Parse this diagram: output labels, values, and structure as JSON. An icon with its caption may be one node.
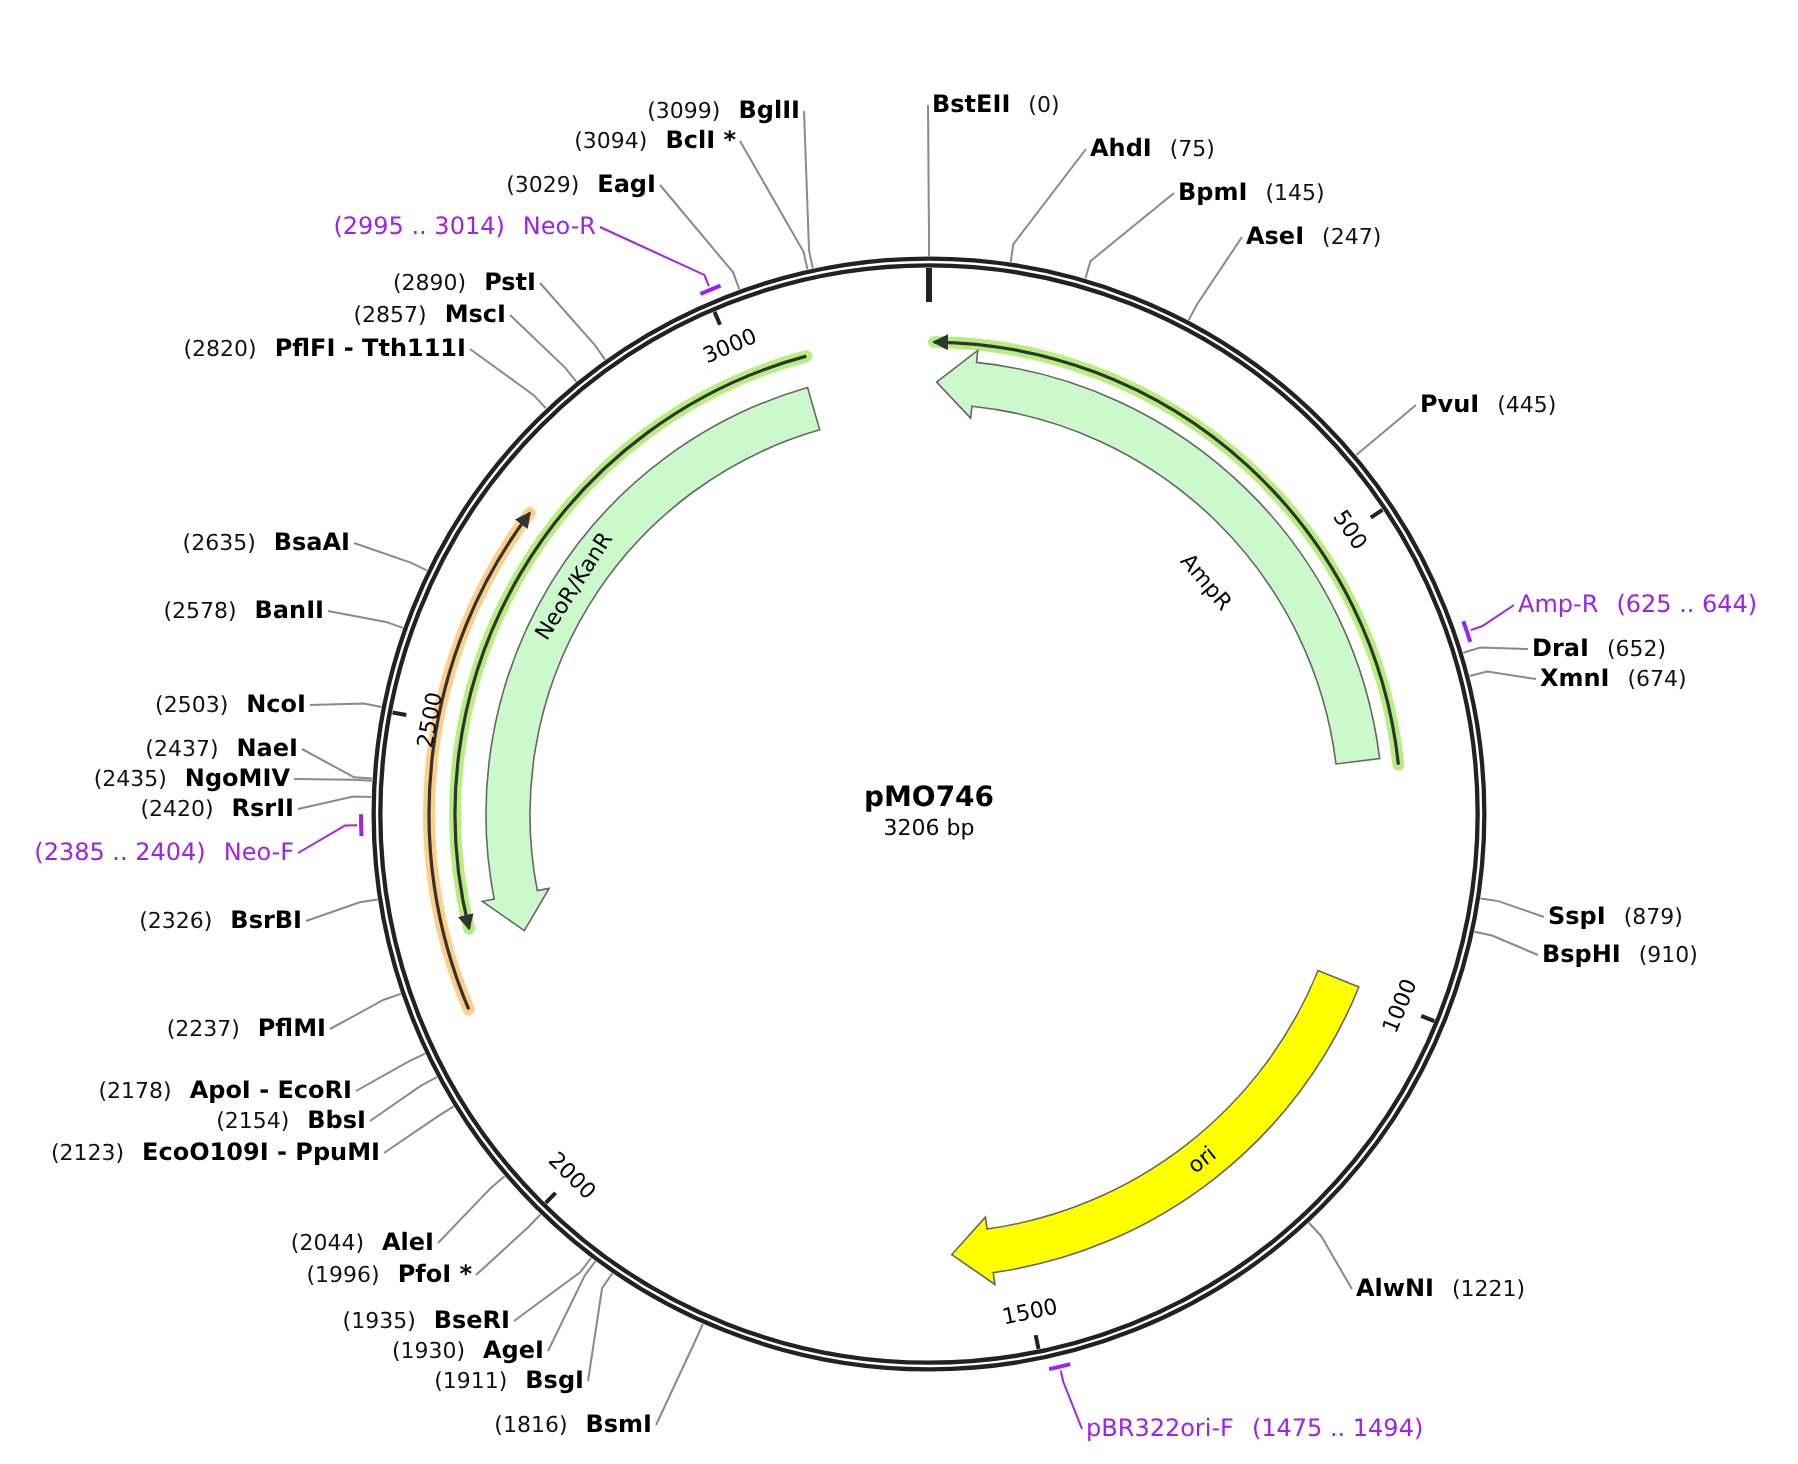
{
  "diagram": {
    "title": "pMO746",
    "nodes": [
      {
        "text": [
          "BstEII",
          "(0)"
        ]
      },
      {
        "text": [
          "AhdI",
          "(75)"
        ]
      },
      {
        "text": [
          "BpmI",
          "(145)"
        ]
      },
      {
        "text": [
          "AseI",
          "(247)"
        ]
      },
      {
        "text": [
          "PvuI",
          "(445)"
        ]
      },
      {
        "text": [
          "Amp-R",
          "(625 .. 644)"
        ]
      },
      {
        "text": [
          "DraI",
          "(652)"
        ]
      },
      {
        "text": [
          "XmnI",
          "(674)"
        ]
      },
      {
        "text": [
          "SspI",
          "(879)"
        ]
      },
      {
        "text": [
          "BspHI",
          "(910)"
        ]
      },
      {
        "text": [
          "AlwNI",
          "(1221)"
        ]
      },
      {
        "text": [
          "pBR322ori-F",
          "(1475 .. 1494)"
        ]
      },
      {
        "text": [
          "(1816)",
          "BsmI"
        ]
      },
      {
        "text": [
          "(1911)",
          "BsgI"
        ]
      },
      {
        "text": [
          "(1930)",
          "AgeI"
        ]
      },
      {
        "text": [
          "(1935)",
          "BseRI"
        ]
      },
      {
        "text": [
          "(1996)",
          "PfoI *"
        ]
      },
      {
        "text": [
          "(2044)",
          "AleI"
        ]
      },
      {
        "text": [
          "(2123)",
          "EcoO109I - PpuMI"
        ]
      },
      {
        "text": [
          "(2154)",
          "BbsI"
        ]
      },
      {
        "text": [
          "(2178)",
          "ApoI - EcoRI"
        ]
      },
      {
        "text": [
          "(2237)",
          "PflMI"
        ]
      },
      {
        "text": [
          "(2326)",
          "BsrBI"
        ]
      },
      {
        "text": [
          "(2385 .. 2404)",
          "Neo-F"
        ]
      },
      {
        "text": [
          "(2420)",
          "RsrII"
        ]
      },
      {
        "text": [
          "(2435)",
          "NgoMIV"
        ]
      },
      {
        "text": [
          "(2437)",
          "NaeI"
        ]
      },
      {
        "text": [
          "(2503)",
          "NcoI"
        ]
      },
      {
        "text": [
          "(2578)",
          "BanII"
        ]
      },
      {
        "text": [
          "(2635)",
          "BsaAI"
        ]
      },
      {
        "text": [
          "(2820)",
          "PflFI - Tth111I"
        ]
      },
      {
        "text": [
          "(2857)",
          "MscI"
        ]
      },
      {
        "text": [
          "(2890)",
          "PstI"
        ]
      },
      {
        "text": [
          "(2995 .. 3014)",
          "Neo-R"
        ]
      },
      {
        "text": [
          "(3029)",
          "EagI"
        ]
      },
      {
        "text": [
          "(3094)",
          "BclI *"
        ]
      },
      {
        "text": [
          "(3099)",
          "BglII"
        ]
      },
      {
        "text": [
          "AmpR"
        ]
      },
      {
        "text": [
          "ori"
        ]
      },
      {
        "text": [
          "NeoR/KanR"
        ]
      }
    ],
    "edges": [
      {
        "from": 0,
        "to": null,
        "arrow": "none"
      },
      {
        "from": 1,
        "to": null,
        "arrow": "none"
      },
      {
        "from": 2,
        "to": null,
        "arrow": "none"
      },
      {
        "from": 3,
        "to": null,
        "arrow": "none"
      },
      {
        "from": 4,
        "to": null,
        "arrow": "none"
      },
      {
        "from": 5,
        "to": null,
        "arrow": "none",
        "color": "#a020f0"
      },
      {
        "from": 6,
        "to": null,
        "arrow": "none"
      },
      {
        "from": 7,
        "to": null,
        "arrow": "none"
      },
      {
        "from": 8,
        "to": null,
        "arrow": "none"
      },
      {
        "from": 9,
        "to": null,
        "arrow": "none"
      },
      {
        "from": 10,
        "to": null,
        "arrow": "none"
      },
      {
        "from": 11,
        "to": null,
        "arrow": "none",
        "color": "#a020f0"
      },
      {
        "from": 12,
        "to": null,
        "arrow": "none"
      },
      {
        "from": 13,
        "to": null,
        "arrow": "none"
      },
      {
        "from": 14,
        "to": null,
        "arrow": "none"
      },
      {
        "from": 15,
        "to": null,
        "arrow": "none"
      },
      {
        "from": 16,
        "to": null,
        "arrow": "none"
      },
      {
        "from": 17,
        "to": null,
        "arrow": "none"
      },
      {
        "from": 18,
        "to": null,
        "arrow": "none"
      },
      {
        "from": 19,
        "to": null,
        "arrow": "none"
      },
      {
        "from": 20,
        "to": null,
        "arrow": "none"
      },
      {
        "from": 21,
        "to": null,
        "arrow": "none"
      },
      {
        "from": 22,
        "to": null,
        "arrow": "none"
      },
      {
        "from": 23,
        "to": null,
        "arrow": "none",
        "color": "#a020f0"
      },
      {
        "from": 24,
        "to": null,
        "arrow": "none"
      },
      {
        "from": 25,
        "to": null,
        "arrow": "none"
      },
      {
        "from": 26,
        "to": null,
        "arrow": "none"
      },
      {
        "from": 27,
        "to": null,
        "arrow": "none"
      },
      {
        "from": 28,
        "to": null,
        "arrow": "none"
      },
      {
        "from": 29,
        "to": null,
        "arrow": "none"
      },
      {
        "from": 30,
        "to": null,
        "arrow": "none"
      },
      {
        "from": 31,
        "to": null,
        "arrow": "none"
      },
      {
        "from": 32,
        "to": null,
        "arrow": "none"
      },
      {
        "from": 33,
        "to": null,
        "arrow": "none",
        "color": "#a020f0"
      },
      {
        "from": 34,
        "to": null,
        "arrow": "none"
      },
      {
        "from": 35,
        "to": null,
        "arrow": "none"
      },
      {
        "from": 36,
        "to": null,
        "arrow": "none"
      }
    ],
    "labels": [
      "3206 bp",
      "500",
      "1000",
      "1500",
      "2000",
      "2500",
      "3000"
    ]
  }
}
